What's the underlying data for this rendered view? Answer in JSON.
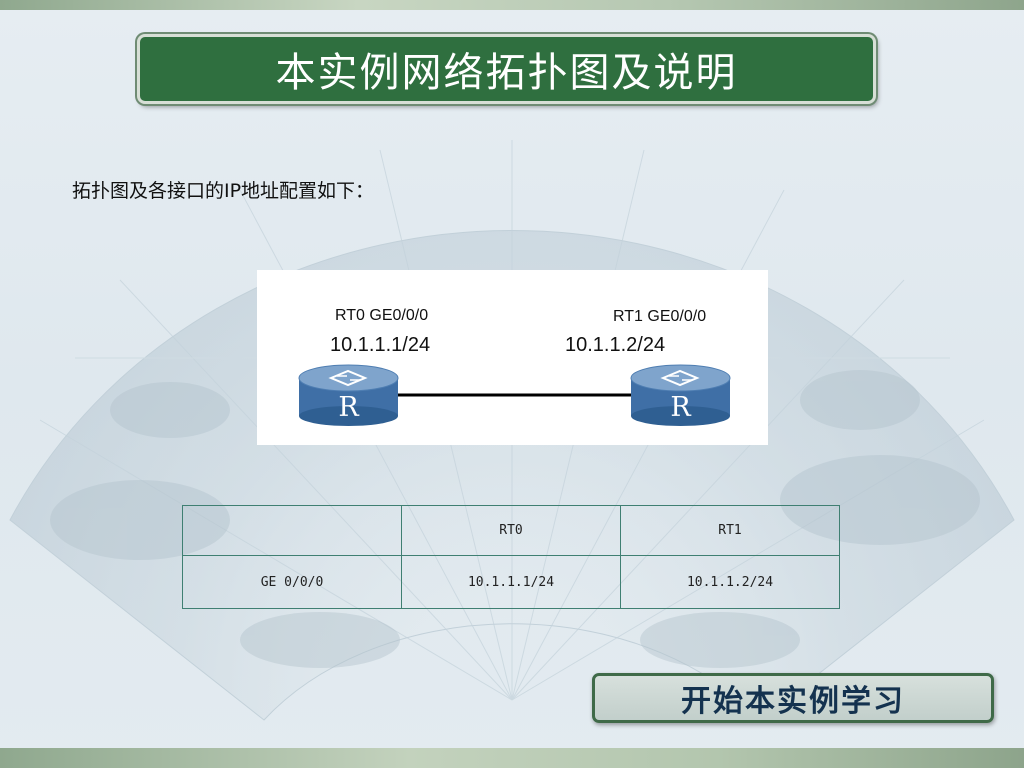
{
  "slide": {
    "title": "本实例网络拓扑图及说明",
    "intro_text": "拓扑图及各接口的IP地址配置如下："
  },
  "topology": {
    "left_router": {
      "interface_label": "RT0 GE0/0/0",
      "ip": "10.1.1.1/24",
      "icon_letter": "R"
    },
    "right_router": {
      "interface_label": "RT1 GE0/0/0",
      "ip": "10.1.1.2/24",
      "icon_letter": "R"
    }
  },
  "ip_table": {
    "header": [
      "",
      "RT0",
      "RT1"
    ],
    "rows": [
      [
        "GE 0/0/0",
        "10.1.1.1/24",
        "10.1.1.2/24"
      ]
    ]
  },
  "start_button": {
    "label": "开始本实例学习"
  },
  "colors": {
    "title_bg": "#2f6f3f",
    "router_blue": "#3f6fa6",
    "table_border": "#3f7f72",
    "button_text": "#14324f"
  },
  "icons": {
    "router": "router-icon"
  }
}
